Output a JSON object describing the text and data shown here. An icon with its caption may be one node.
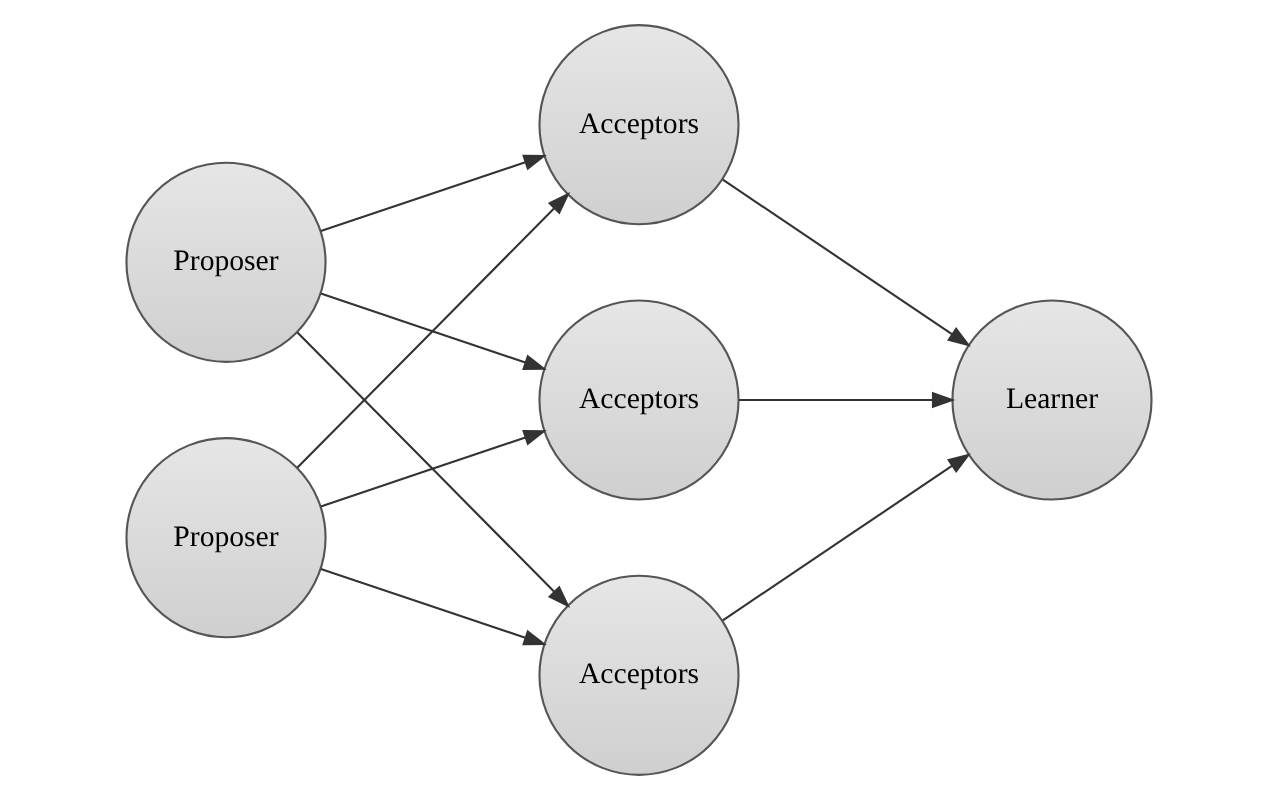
{
  "diagram": {
    "nodes": [
      {
        "text": [
          "Proposer"
        ]
      },
      {
        "text": [
          "Proposer"
        ]
      },
      {
        "text": [
          "Acceptors"
        ]
      },
      {
        "text": [
          "Acceptors"
        ]
      },
      {
        "text": [
          "Acceptors"
        ]
      },
      {
        "text": [
          "Learner"
        ]
      }
    ],
    "edges": [
      {
        "from": 0,
        "to": 2,
        "arrow": "to"
      },
      {
        "from": 0,
        "to": 3,
        "arrow": "to"
      },
      {
        "from": 0,
        "to": 4,
        "arrow": "to"
      },
      {
        "from": 1,
        "to": 2,
        "arrow": "to"
      },
      {
        "from": 1,
        "to": 3,
        "arrow": "to"
      },
      {
        "from": 1,
        "to": 4,
        "arrow": "to"
      },
      {
        "from": 2,
        "to": 5,
        "arrow": "to"
      },
      {
        "from": 3,
        "to": 5,
        "arrow": "to"
      },
      {
        "from": 4,
        "to": 5,
        "arrow": "to"
      }
    ]
  }
}
